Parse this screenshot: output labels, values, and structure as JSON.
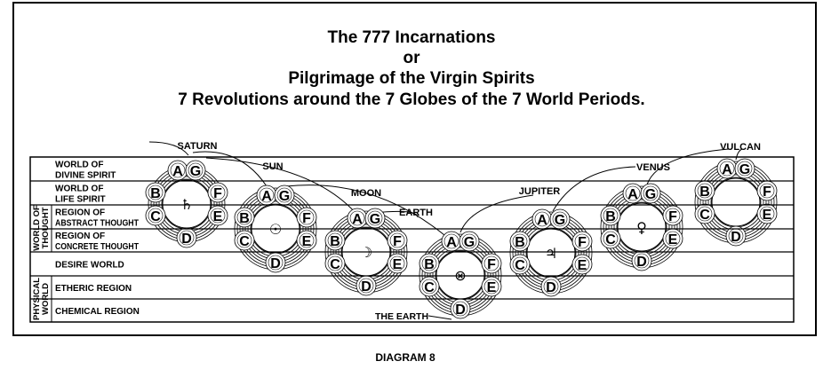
{
  "title": {
    "line1": "The 777 Incarnations",
    "line2": "or",
    "line3": "Pilgrimage of the Virgin Spirits",
    "line4": "7 Revolutions around the 7 Globes of the 7 World Periods."
  },
  "groups": {
    "thought": [
      "WORLD OF",
      "THOUGHT"
    ],
    "physical": [
      "PHYSICAL",
      "WORLD"
    ]
  },
  "rows": [
    [
      "WORLD OF",
      "DIVINE SPIRIT"
    ],
    [
      "WORLD OF",
      "LIFE SPIRIT"
    ],
    [
      "REGION OF",
      "ABSTRACT THOUGHT"
    ],
    [
      "REGION OF",
      "CONCRETE THOUGHT"
    ],
    [
      "DESIRE WORLD"
    ],
    [
      "ETHERIC REGION"
    ],
    [
      "CHEMICAL REGION"
    ]
  ],
  "globe_letters": [
    "A",
    "B",
    "C",
    "D",
    "E",
    "F",
    "G"
  ],
  "periods": [
    {
      "name": "SATURN",
      "symbol": "♄"
    },
    {
      "name": "SUN",
      "symbol": "☉"
    },
    {
      "name": "MOON",
      "symbol": "☽"
    },
    {
      "name": "EARTH",
      "symbol": "⊗"
    },
    {
      "name": "JUPITER",
      "symbol": "♃"
    },
    {
      "name": "VENUS",
      "symbol": "♀"
    },
    {
      "name": "VULCAN",
      "symbol": ""
    }
  ],
  "the_earth_label": "THE EARTH",
  "caption": "DIAGRAM 8"
}
